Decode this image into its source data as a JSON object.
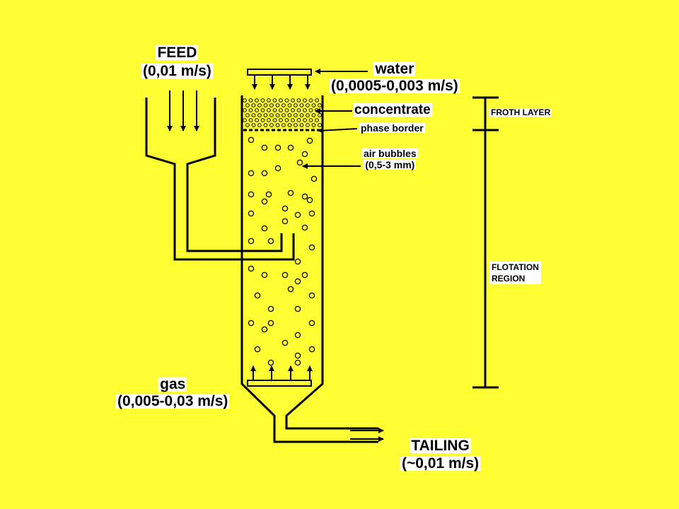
{
  "labels": {
    "feed_title": "FEED",
    "feed_rate": "(0,01 m/s)",
    "water_title": "water",
    "water_rate": "(0,0005-0,003 m/s)",
    "concentrate": "concentrate",
    "phase_border": "phase border",
    "air_bubbles_title": "air bubbles",
    "air_bubbles_size": "(0,5-3 mm)",
    "gas_title": "gas",
    "gas_rate": "(0,005-0,03 m/s)",
    "tailing_title": "TAILING",
    "tailing_rate": "(~0,01 m/s)",
    "froth_layer": "FROTH LAYER",
    "flotation_region_line1": "FLOTATION",
    "flotation_region_line2": "REGION"
  },
  "colors": {
    "background": "#ffff33",
    "line": "#000000",
    "label_background": "#ffffff"
  }
}
